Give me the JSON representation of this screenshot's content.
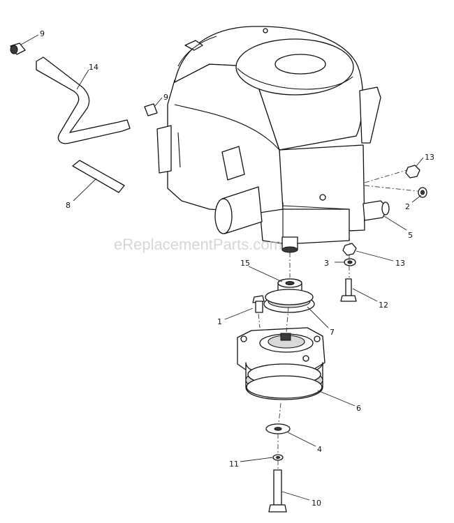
{
  "watermark": "eReplacementParts.com",
  "callouts": {
    "p1": "1",
    "p2": "2",
    "p3": "3",
    "p4": "4",
    "p5": "5",
    "p6": "6",
    "p7": "7",
    "p8": "8",
    "p9a": "9",
    "p9b": "9",
    "p10": "10",
    "p11": "11",
    "p12": "12",
    "p13a": "13",
    "p13b": "13",
    "p14": "14",
    "p15": "15"
  }
}
